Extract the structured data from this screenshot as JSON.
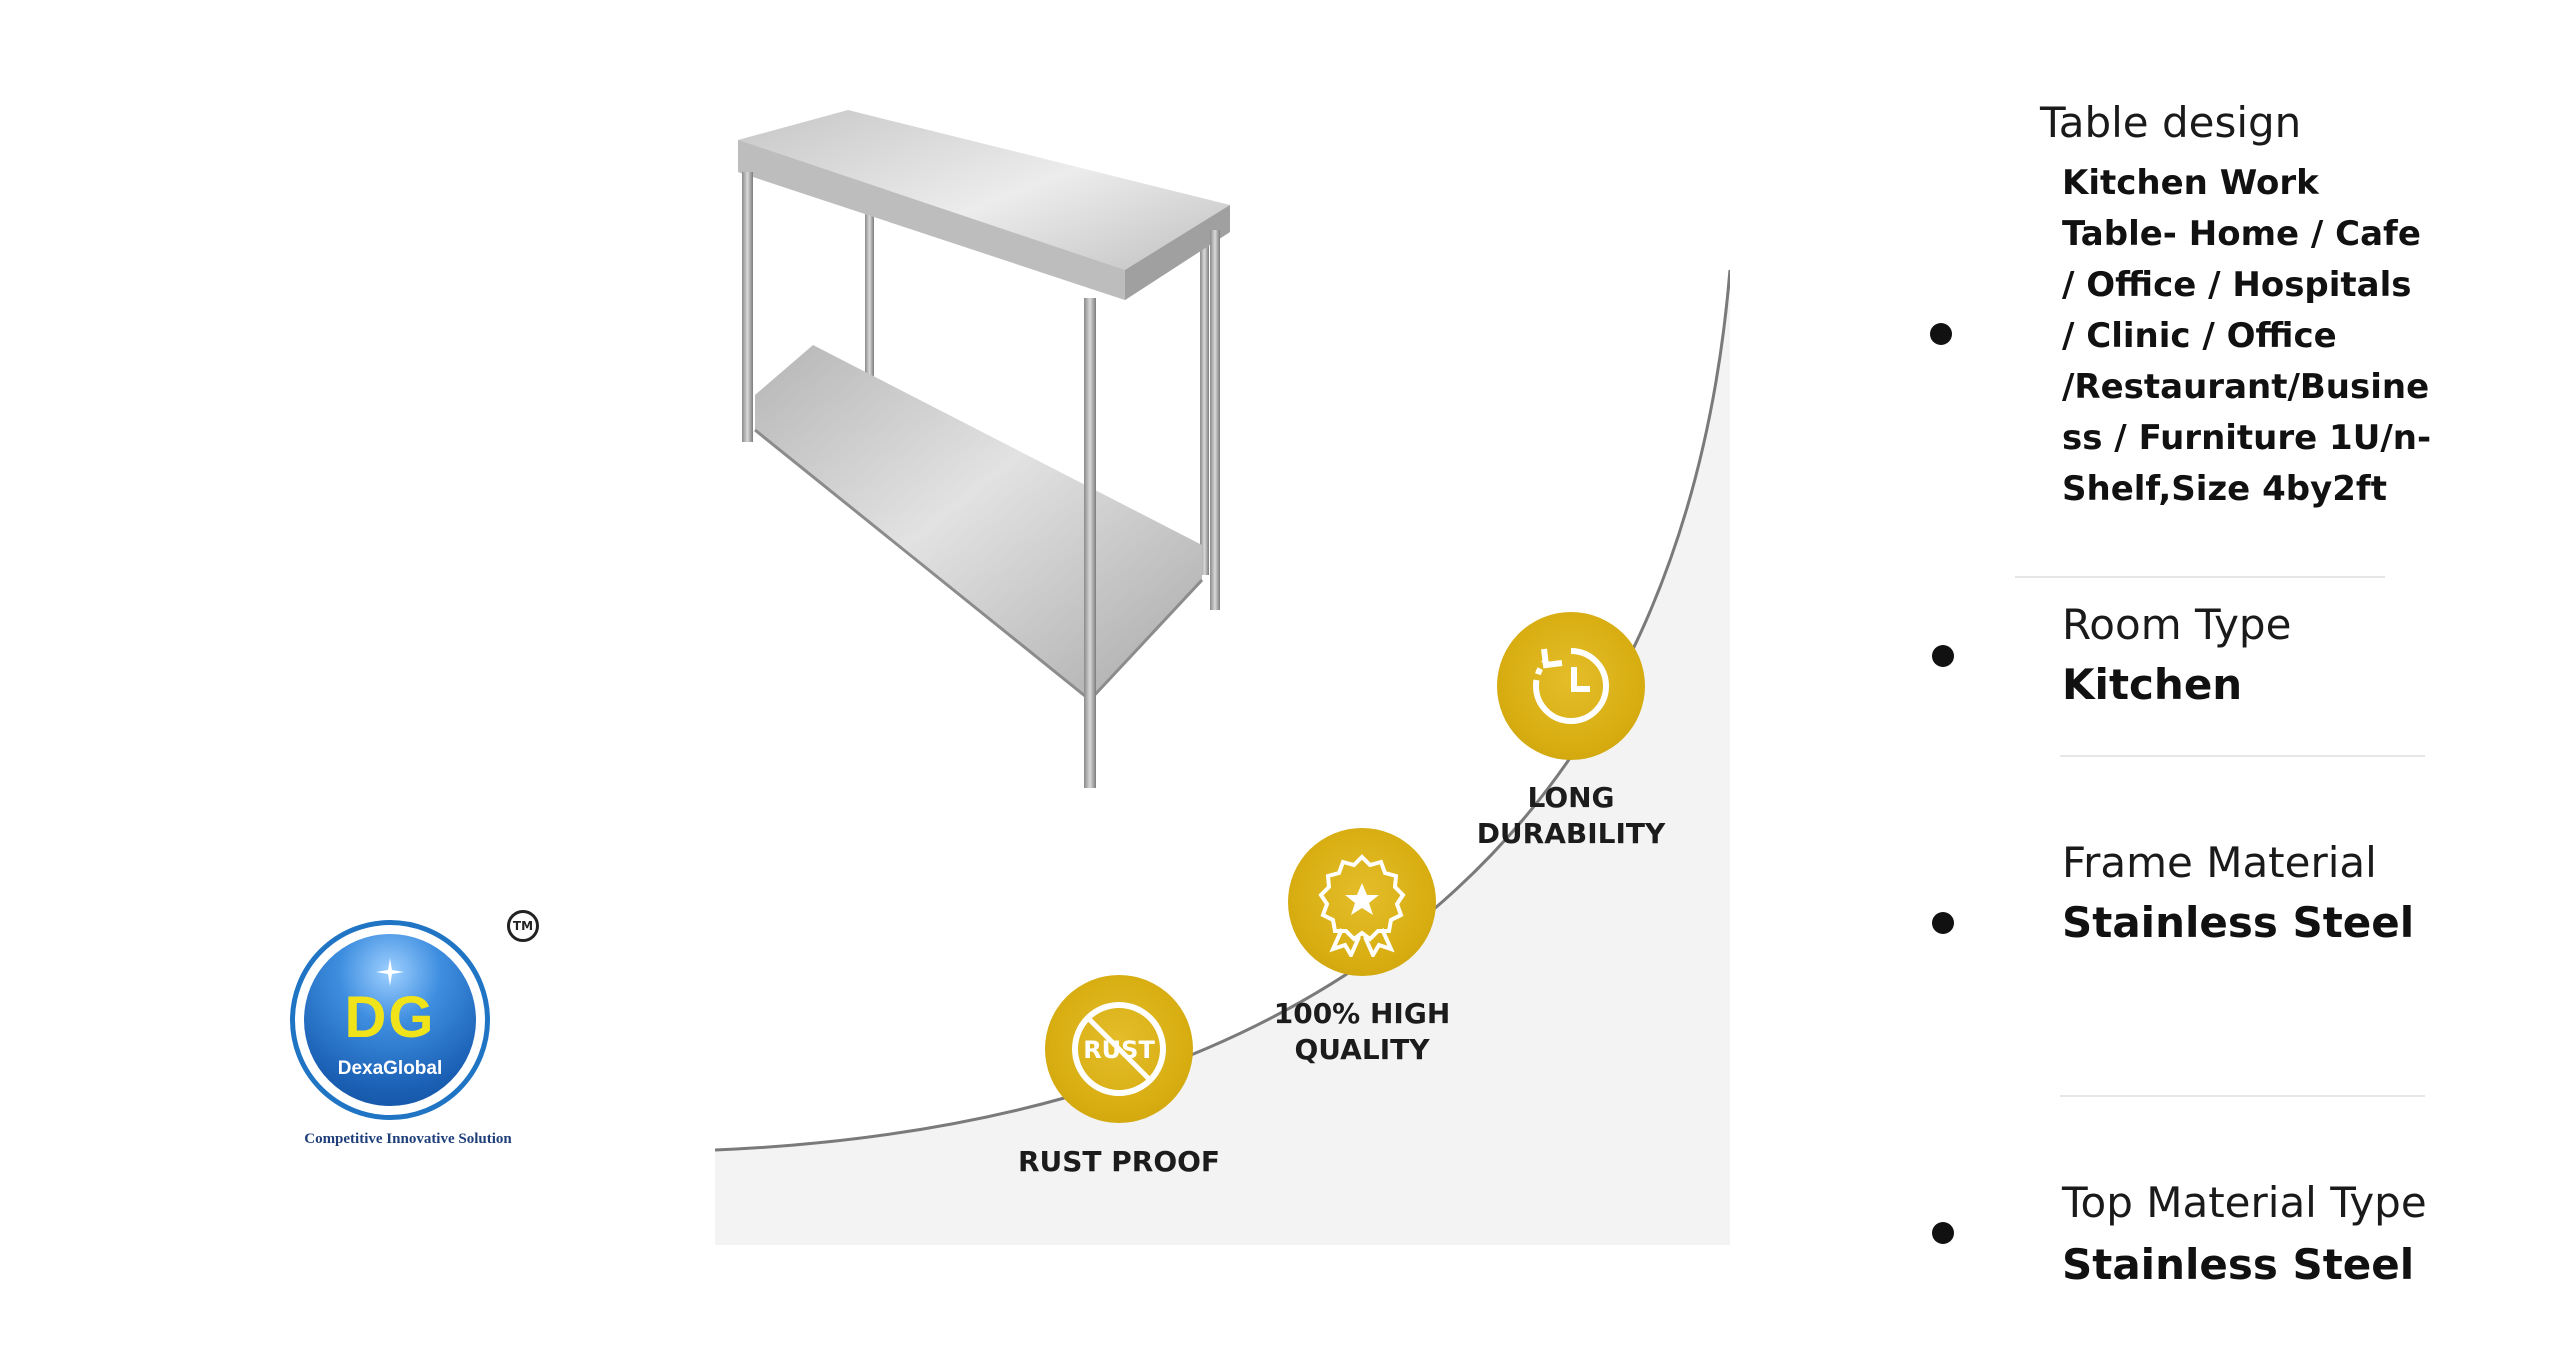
{
  "logo": {
    "monogram": "DG",
    "brand": "DexaGlobal",
    "trademark": "TM",
    "tagline": "Competitive Innovative Solution",
    "colors": {
      "ring": "#1f74c4",
      "monogram": "#f1e31a"
    }
  },
  "features": [
    {
      "label_line1": "RUST PROOF",
      "label_line2": "",
      "icon": "rust-crossed-icon"
    },
    {
      "label_line1": "100% HIGH",
      "label_line2": "QUALITY",
      "icon": "quality-award-icon"
    },
    {
      "label_line1": "LONG",
      "label_line2": "DURABILITY",
      "icon": "durability-clock-icon"
    }
  ],
  "badge_icon_text": "RUST",
  "badge_color": "#d8ae12",
  "specs": [
    {
      "label": "Table design",
      "value": "Kitchen Work\nTable- Home / Cafe\n/ Office / Hospitals\n/ Clinic / Office\n/Restaurant/Busine\nss / Furniture 1U/n-\nShelf,Size 4by2ft"
    },
    {
      "label": "Room Type",
      "value": "Kitchen"
    },
    {
      "label": "Frame Material",
      "value": "Stainless Steel"
    },
    {
      "label": "Top Material Type",
      "value": "Stainless Steel"
    }
  ]
}
